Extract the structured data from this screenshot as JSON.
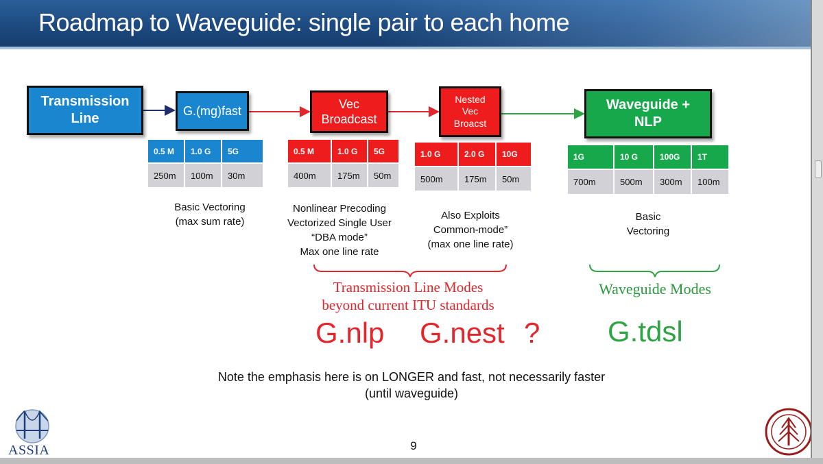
{
  "slide": {
    "title": "Roadmap to Waveguide: single pair to each home",
    "page_number": "9",
    "logo_text": "ASSIA",
    "emphasis_note": "Note the emphasis here is on LONGER and fast, not necessarily faster\n(until waveguide)"
  },
  "stages": [
    {
      "label": "Transmission\nLine",
      "color": "#1a86cf"
    },
    {
      "label": "G.(mg)fast",
      "color": "#1a86cf",
      "table": {
        "headers": [
          "0.5 M",
          "1.0 G",
          "5G"
        ],
        "values": [
          "250m",
          "100m",
          "30m"
        ]
      },
      "note": "Basic Vectoring\n(max sum rate)"
    },
    {
      "label": "Vec\nBroadcast",
      "color": "#ee1c1c",
      "table": {
        "headers": [
          "0.5 M",
          "1.0 G",
          "5G"
        ],
        "values": [
          "400m",
          "175m",
          "50m"
        ]
      },
      "note": "Nonlinear Precoding\nVectorized Single User\n“DBA mode”\nMax one line rate"
    },
    {
      "label": "Nested\nVec\nBroacst",
      "color": "#ee1c1c",
      "table": {
        "headers": [
          "1.0 G",
          "2.0 G",
          "10G"
        ],
        "values": [
          "500m",
          "175m",
          "50m"
        ]
      },
      "note": "Also Exploits\nCommon-mode”\n(max one line rate)"
    },
    {
      "label": "Waveguide +\nNLP",
      "color": "#17a84b",
      "table": {
        "headers": [
          "1G",
          "10 G",
          "100G",
          "1T"
        ],
        "values": [
          "700m",
          "500m",
          "300m",
          "100m"
        ]
      },
      "note": "Basic\nVectoring"
    }
  ],
  "groups": {
    "transmission_modes": "Transmission Line Modes\nbeyond current ITU standards",
    "waveguide_modes": "Waveguide Modes"
  },
  "standards": {
    "red_1": "G.nlp",
    "red_2": "G.nest",
    "red_3": "?",
    "green_1": "G.tdsl"
  },
  "colors": {
    "blue": "#1a86cf",
    "red": "#ee1c1c",
    "green": "#17a84b",
    "title_bar": "#1d4a80"
  }
}
